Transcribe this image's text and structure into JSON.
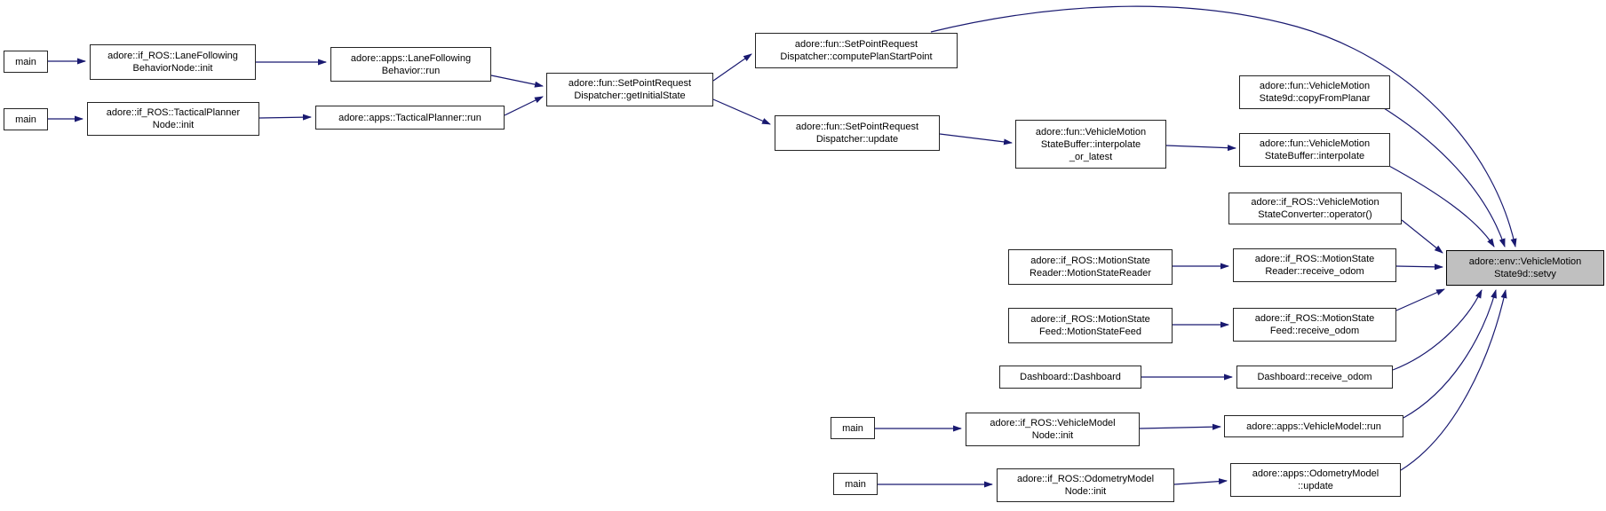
{
  "diagram": {
    "type": "call-graph",
    "highlighted_node": "adore::env::VehicleMotionState9d::setvy",
    "nodes": [
      {
        "id": "main1",
        "lines": [
          "main"
        ],
        "highlighted": false
      },
      {
        "id": "lane_node_init",
        "lines": [
          "adore::if_ROS::LaneFollowing",
          "BehaviorNode::init"
        ],
        "highlighted": false
      },
      {
        "id": "lane_behavior_run",
        "lines": [
          "adore::apps::LaneFollowing",
          "Behavior::run"
        ],
        "highlighted": false
      },
      {
        "id": "main2",
        "lines": [
          "main"
        ],
        "highlighted": false
      },
      {
        "id": "tactical_node_init",
        "lines": [
          "adore::if_ROS::TacticalPlanner",
          "Node::init"
        ],
        "highlighted": false
      },
      {
        "id": "tactical_run",
        "lines": [
          "adore::apps::TacticalPlanner::run"
        ],
        "highlighted": false
      },
      {
        "id": "get_initial_state",
        "lines": [
          "adore::fun::SetPointRequest",
          "Dispatcher::getInitialState"
        ],
        "highlighted": false
      },
      {
        "id": "compute_plan_start_point",
        "lines": [
          "adore::fun::SetPointRequest",
          "Dispatcher::computePlanStartPoint"
        ],
        "highlighted": false
      },
      {
        "id": "dispatcher_update",
        "lines": [
          "adore::fun::SetPointRequest",
          "Dispatcher::update"
        ],
        "highlighted": false
      },
      {
        "id": "interpolate_or_latest",
        "lines": [
          "adore::fun::VehicleMotion",
          "StateBuffer::interpolate",
          "_or_latest"
        ],
        "highlighted": false
      },
      {
        "id": "copy_from_planar",
        "lines": [
          "adore::fun::VehicleMotion",
          "State9d::copyFromPlanar"
        ],
        "highlighted": false
      },
      {
        "id": "interpolate",
        "lines": [
          "adore::fun::VehicleMotion",
          "StateBuffer::interpolate"
        ],
        "highlighted": false
      },
      {
        "id": "state_converter_operator",
        "lines": [
          "adore::if_ROS::VehicleMotion",
          "StateConverter::operator()"
        ],
        "highlighted": false
      },
      {
        "id": "motion_state_reader_ctor",
        "lines": [
          "adore::if_ROS::MotionState",
          "Reader::MotionStateReader"
        ],
        "highlighted": false
      },
      {
        "id": "reader_receive_odom",
        "lines": [
          "adore::if_ROS::MotionState",
          "Reader::receive_odom"
        ],
        "highlighted": false
      },
      {
        "id": "setvy",
        "lines": [
          "adore::env::VehicleMotion",
          "State9d::setvy"
        ],
        "highlighted": true
      },
      {
        "id": "motion_state_feed_ctor",
        "lines": [
          "adore::if_ROS::MotionState",
          "Feed::MotionStateFeed"
        ],
        "highlighted": false
      },
      {
        "id": "feed_receive_odom",
        "lines": [
          "adore::if_ROS::MotionState",
          "Feed::receive_odom"
        ],
        "highlighted": false
      },
      {
        "id": "dashboard_ctor",
        "lines": [
          "Dashboard::Dashboard"
        ],
        "highlighted": false
      },
      {
        "id": "dashboard_receive_odom",
        "lines": [
          "Dashboard::receive_odom"
        ],
        "highlighted": false
      },
      {
        "id": "main3",
        "lines": [
          "main"
        ],
        "highlighted": false
      },
      {
        "id": "vehicle_model_node_init",
        "lines": [
          "adore::if_ROS::VehicleModel",
          "Node::init"
        ],
        "highlighted": false
      },
      {
        "id": "vehicle_model_run",
        "lines": [
          "adore::apps::VehicleModel::run"
        ],
        "highlighted": false
      },
      {
        "id": "main4",
        "lines": [
          "main"
        ],
        "highlighted": false
      },
      {
        "id": "odometry_model_node_init",
        "lines": [
          "adore::if_ROS::OdometryModel",
          "Node::init"
        ],
        "highlighted": false
      },
      {
        "id": "odometry_model_update",
        "lines": [
          "adore::apps::OdometryModel",
          "::update"
        ],
        "highlighted": false
      }
    ],
    "edges": [
      [
        "main1",
        "lane_node_init"
      ],
      [
        "lane_node_init",
        "lane_behavior_run"
      ],
      [
        "main2",
        "tactical_node_init"
      ],
      [
        "tactical_node_init",
        "tactical_run"
      ],
      [
        "lane_behavior_run",
        "get_initial_state"
      ],
      [
        "tactical_run",
        "get_initial_state"
      ],
      [
        "get_initial_state",
        "compute_plan_start_point"
      ],
      [
        "get_initial_state",
        "dispatcher_update"
      ],
      [
        "dispatcher_update",
        "interpolate_or_latest"
      ],
      [
        "interpolate_or_latest",
        "interpolate"
      ],
      [
        "motion_state_reader_ctor",
        "reader_receive_odom"
      ],
      [
        "motion_state_feed_ctor",
        "feed_receive_odom"
      ],
      [
        "dashboard_ctor",
        "dashboard_receive_odom"
      ],
      [
        "main3",
        "vehicle_model_node_init"
      ],
      [
        "vehicle_model_node_init",
        "vehicle_model_run"
      ],
      [
        "main4",
        "odometry_model_node_init"
      ],
      [
        "odometry_model_node_init",
        "odometry_model_update"
      ],
      [
        "compute_plan_start_point",
        "setvy"
      ],
      [
        "copy_from_planar",
        "setvy"
      ],
      [
        "interpolate",
        "setvy"
      ],
      [
        "state_converter_operator",
        "setvy"
      ],
      [
        "reader_receive_odom",
        "setvy"
      ],
      [
        "feed_receive_odom",
        "setvy"
      ],
      [
        "dashboard_receive_odom",
        "setvy"
      ],
      [
        "vehicle_model_run",
        "setvy"
      ],
      [
        "odometry_model_update",
        "setvy"
      ]
    ]
  },
  "colors": {
    "edge": "#191970",
    "node_border": "#242424",
    "node_fill": "#ffffff",
    "highlight_fill": "#c0c0c0",
    "text": "#000000",
    "background": "#ffffff"
  }
}
